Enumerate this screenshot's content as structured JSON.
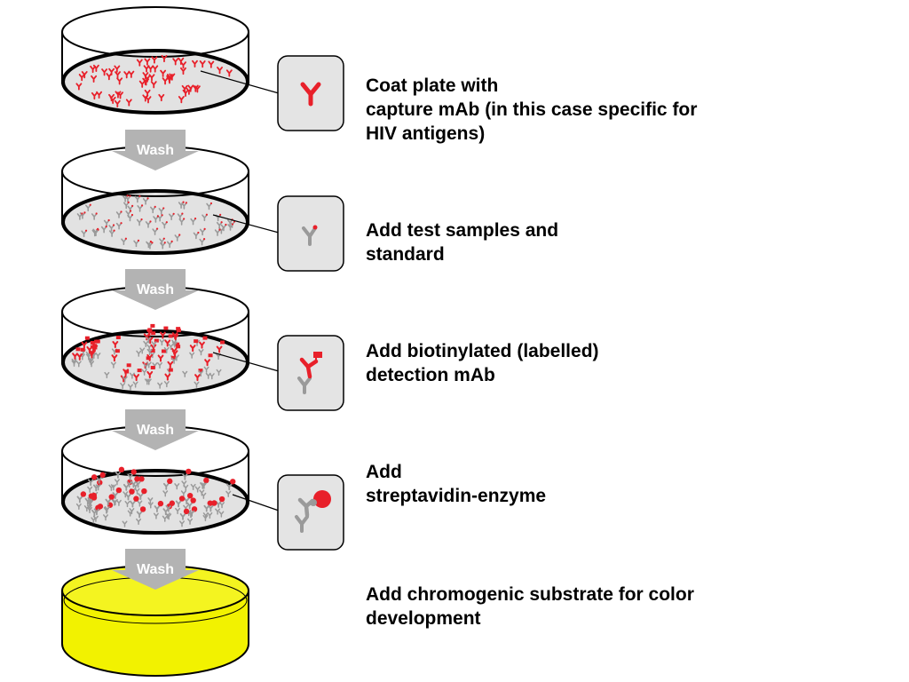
{
  "steps": [
    {
      "id": "coat",
      "text": "Coat plate with\ncapture mAb (in this case specific for\nHIV antigens)"
    },
    {
      "id": "sample",
      "text": "Add test samples and\nstandard"
    },
    {
      "id": "detect",
      "text": "Add biotinylated (labelled)\ndetection mAb"
    },
    {
      "id": "strep",
      "text": "Add\nstreptavidin-enzyme"
    },
    {
      "id": "chromo",
      "text": "Add chromogenic substrate for color\ndevelopment"
    }
  ],
  "wash_label": "Wash",
  "colors": {
    "antibody_red": "#e8202a",
    "antibody_gray": "#9a9a9a",
    "plate_fill": "#e2e2e2",
    "substrate_yellow": "#f2f200",
    "arrow_gray": "#b3b3b3",
    "inset_fill": "#e4e4e4"
  },
  "icons": [
    "capture-antibody-icon",
    "antigen-antibody-icon",
    "detection-antibody-icon",
    "streptavidin-enzyme-icon"
  ]
}
